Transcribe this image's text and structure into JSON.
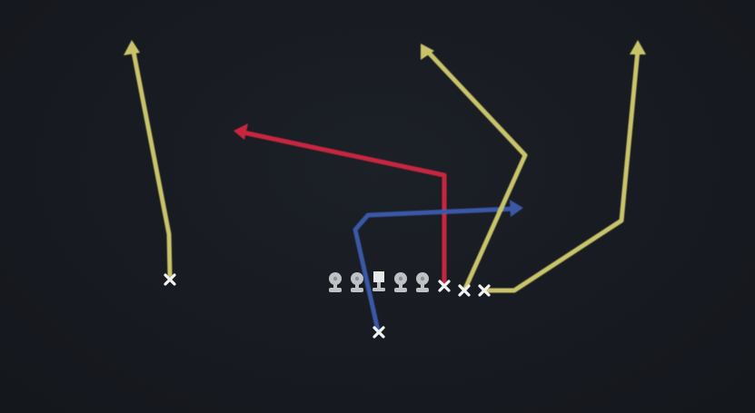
{
  "colors": {
    "background": "#171a20",
    "yellow_route": "#c9c46a",
    "red_route": "#c8283f",
    "blue_route": "#3a59a8",
    "lineman": "#bfc2c4",
    "center_marker": "#e8e8e8",
    "player_x": "#f2f2f2"
  },
  "icons": {
    "lineman": "lineman-icon",
    "center": "center-marker-icon",
    "skill_player": "x-marker-icon",
    "route_end": "arrowhead-icon"
  },
  "formation": {
    "linemen_count": 5,
    "center_index": 2,
    "skill_players": [
      {
        "id": "left-wide-receiver",
        "route_color": "yellow"
      },
      {
        "id": "quarterback",
        "route_color": "blue"
      },
      {
        "id": "right-tight-end",
        "route_color": "red"
      },
      {
        "id": "right-slot-receiver",
        "route_color": "yellow"
      },
      {
        "id": "right-wing-receiver",
        "route_color": "yellow"
      }
    ]
  },
  "routes": [
    {
      "id": "left-wide-receiver-route",
      "color": "yellow",
      "type": "go"
    },
    {
      "id": "right-tight-end-route",
      "color": "red",
      "type": "corner-left"
    },
    {
      "id": "quarterback-route",
      "color": "blue",
      "type": "rollout"
    },
    {
      "id": "right-slot-receiver-route",
      "color": "yellow",
      "type": "post-corner"
    },
    {
      "id": "right-wing-receiver-route",
      "color": "yellow",
      "type": "out-and-up"
    }
  ]
}
